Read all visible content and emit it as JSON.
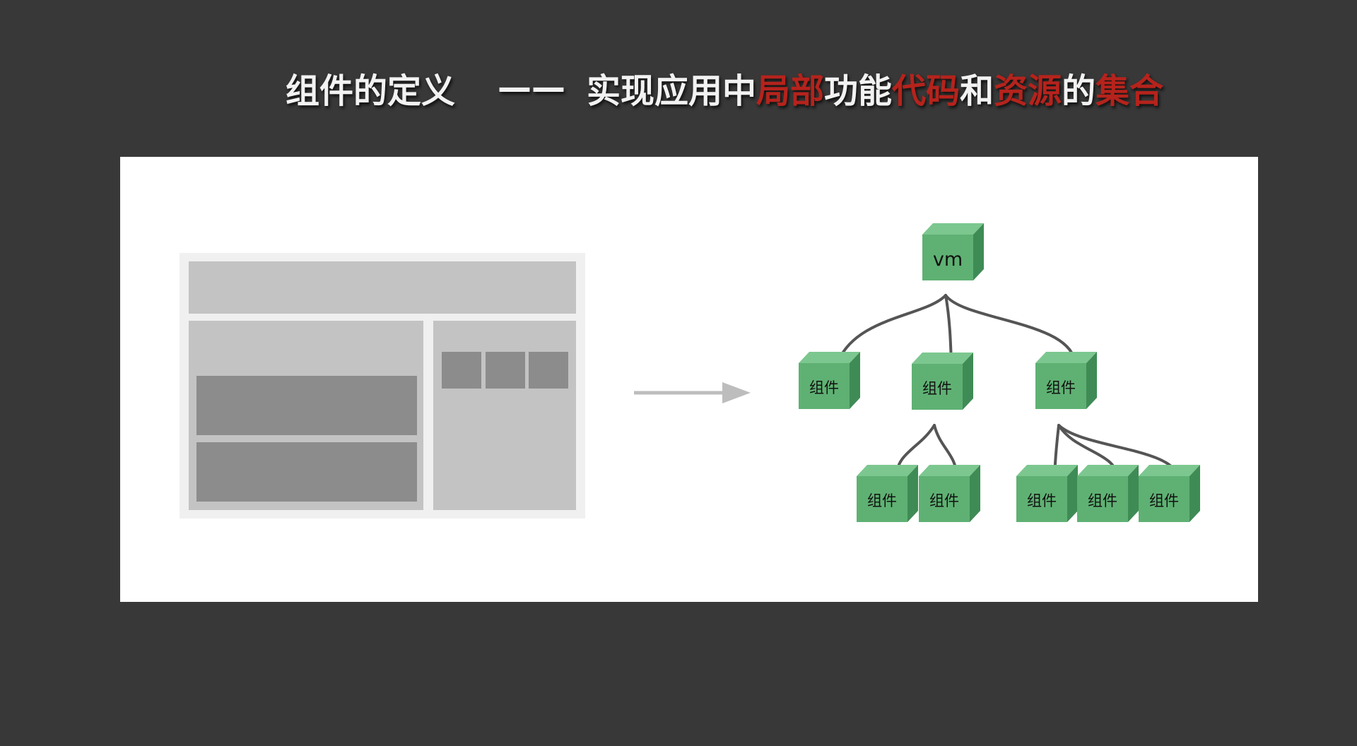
{
  "title": {
    "lead": "组件的定义",
    "dash": "——",
    "parts": [
      {
        "text": "实现应用中",
        "highlight": false
      },
      {
        "text": "局部",
        "highlight": true
      },
      {
        "text": "功能",
        "highlight": false
      },
      {
        "text": "代码",
        "highlight": true
      },
      {
        "text": "和",
        "highlight": false
      },
      {
        "text": "资源",
        "highlight": true
      },
      {
        "text": "的",
        "highlight": false
      },
      {
        "text": "集合",
        "highlight": true
      }
    ]
  },
  "tree": {
    "root_label": "vm",
    "node_label": "组件"
  },
  "colors": {
    "background": "#383838",
    "highlight": "#b5231c",
    "cube_front": "#5fb173",
    "cube_top": "#7cc78f",
    "cube_side": "#3f8b55",
    "wire": "#555555"
  }
}
